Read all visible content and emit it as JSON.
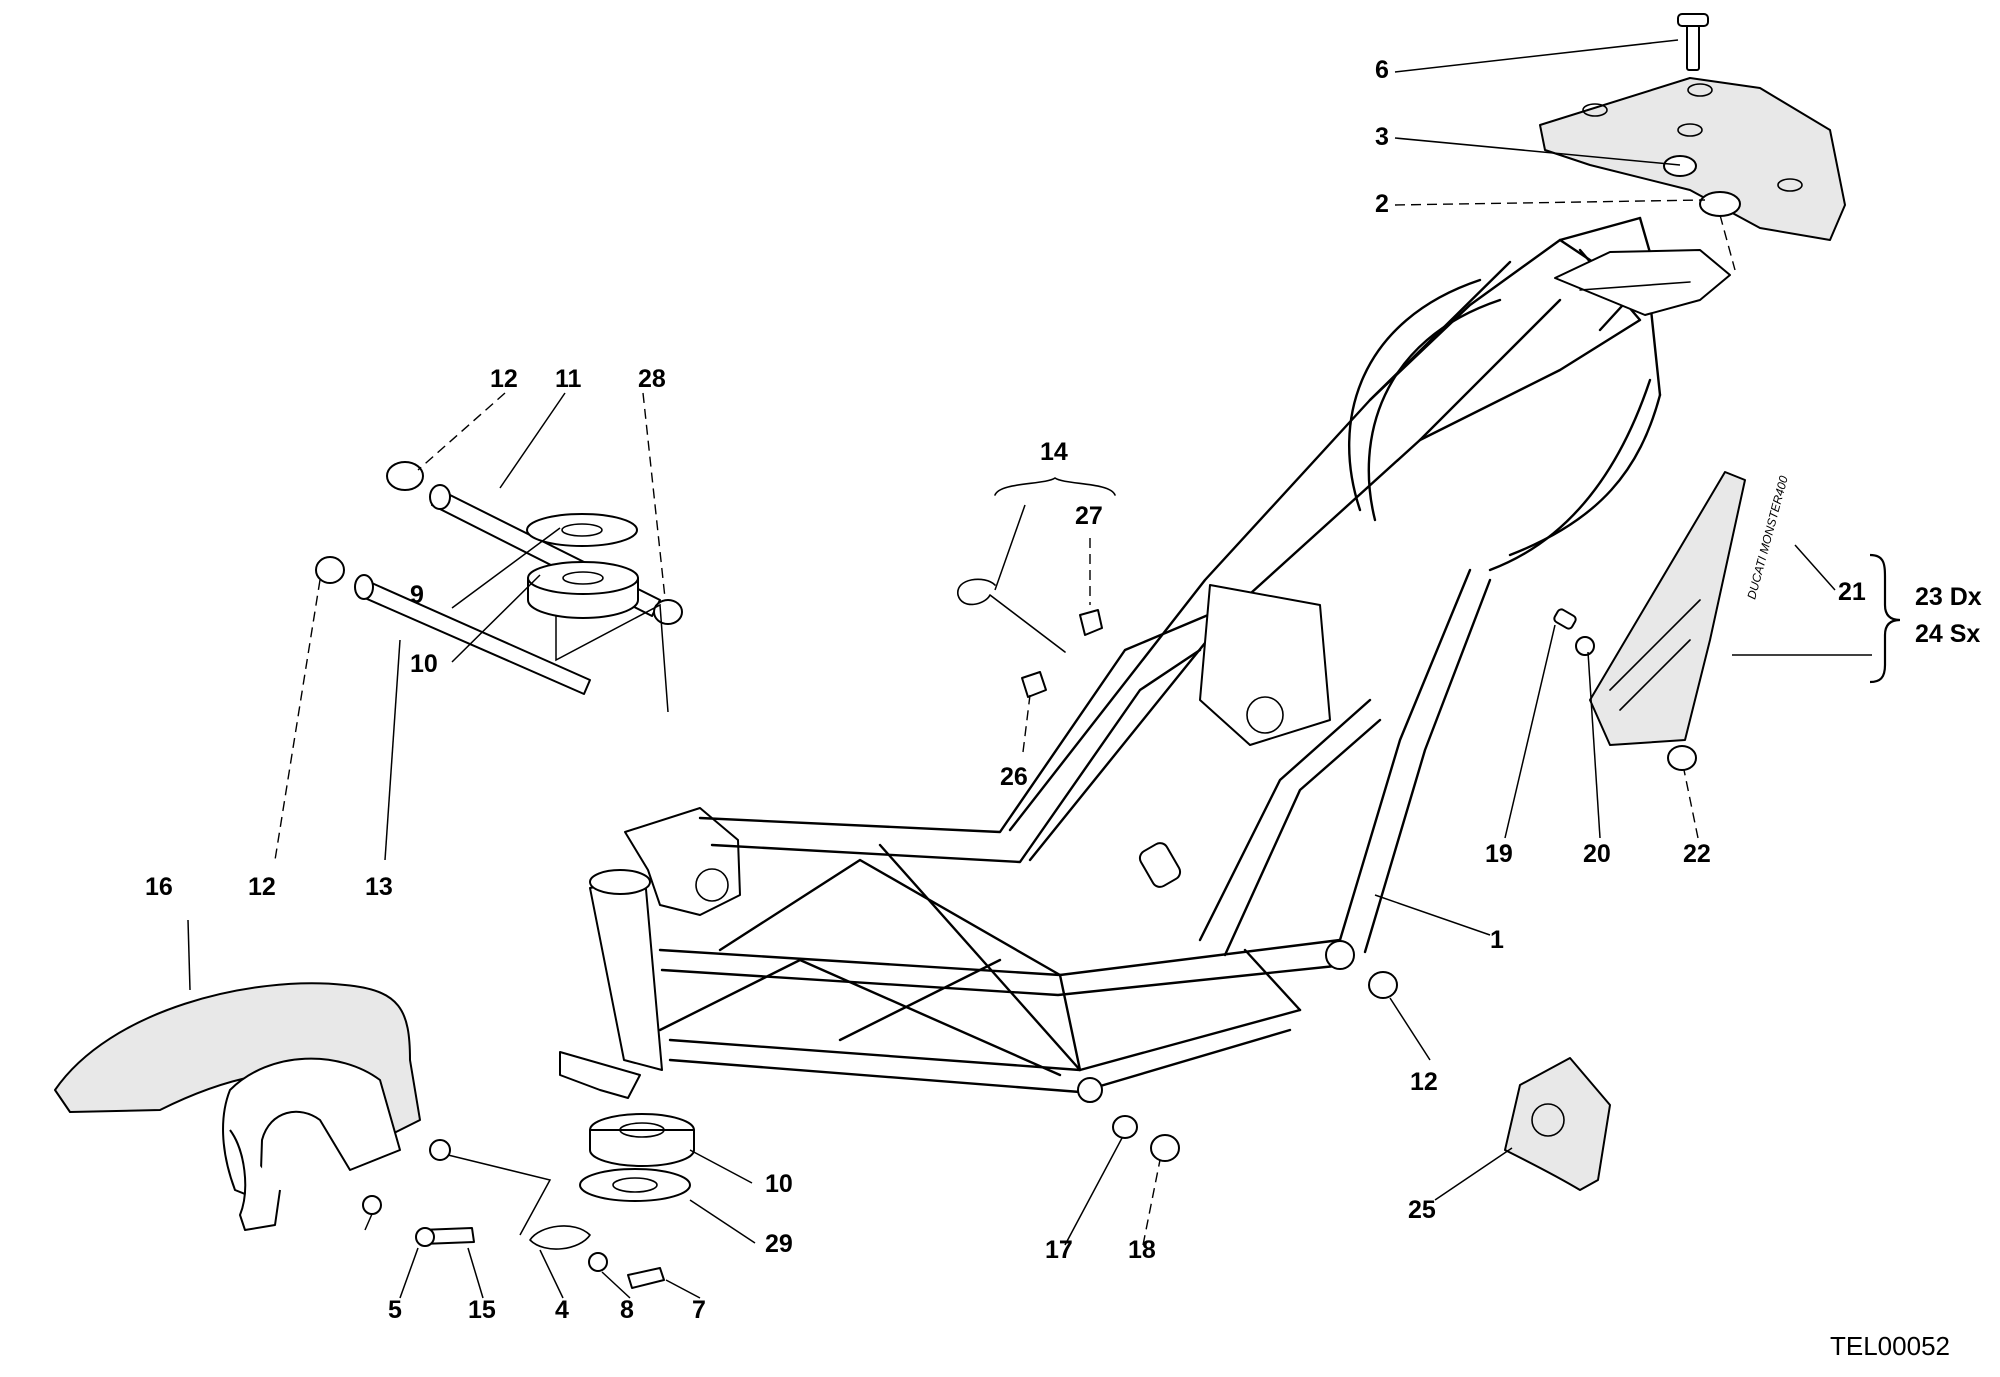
{
  "drawing_code": "TEL00052",
  "brace_labels": {
    "right": "23 Dx",
    "left": "24 Sx"
  },
  "tank_logo": "DUCATI MONSTER400",
  "callouts": {
    "c6": "6",
    "c3": "3",
    "c2": "2",
    "c12a": "12",
    "c11": "11",
    "c28": "28",
    "c9": "9",
    "c10a": "10",
    "c14": "14",
    "c27": "27",
    "c26": "26",
    "c21": "21",
    "c16": "16",
    "c12b": "12",
    "c13": "13",
    "c19": "19",
    "c20": "20",
    "c22": "22",
    "c1": "1",
    "c12c": "12",
    "c10b": "10",
    "c29": "29",
    "c17": "17",
    "c18": "18",
    "c25": "25",
    "c5": "5",
    "c15": "15",
    "c4": "4",
    "c8": "8",
    "c7": "7"
  }
}
